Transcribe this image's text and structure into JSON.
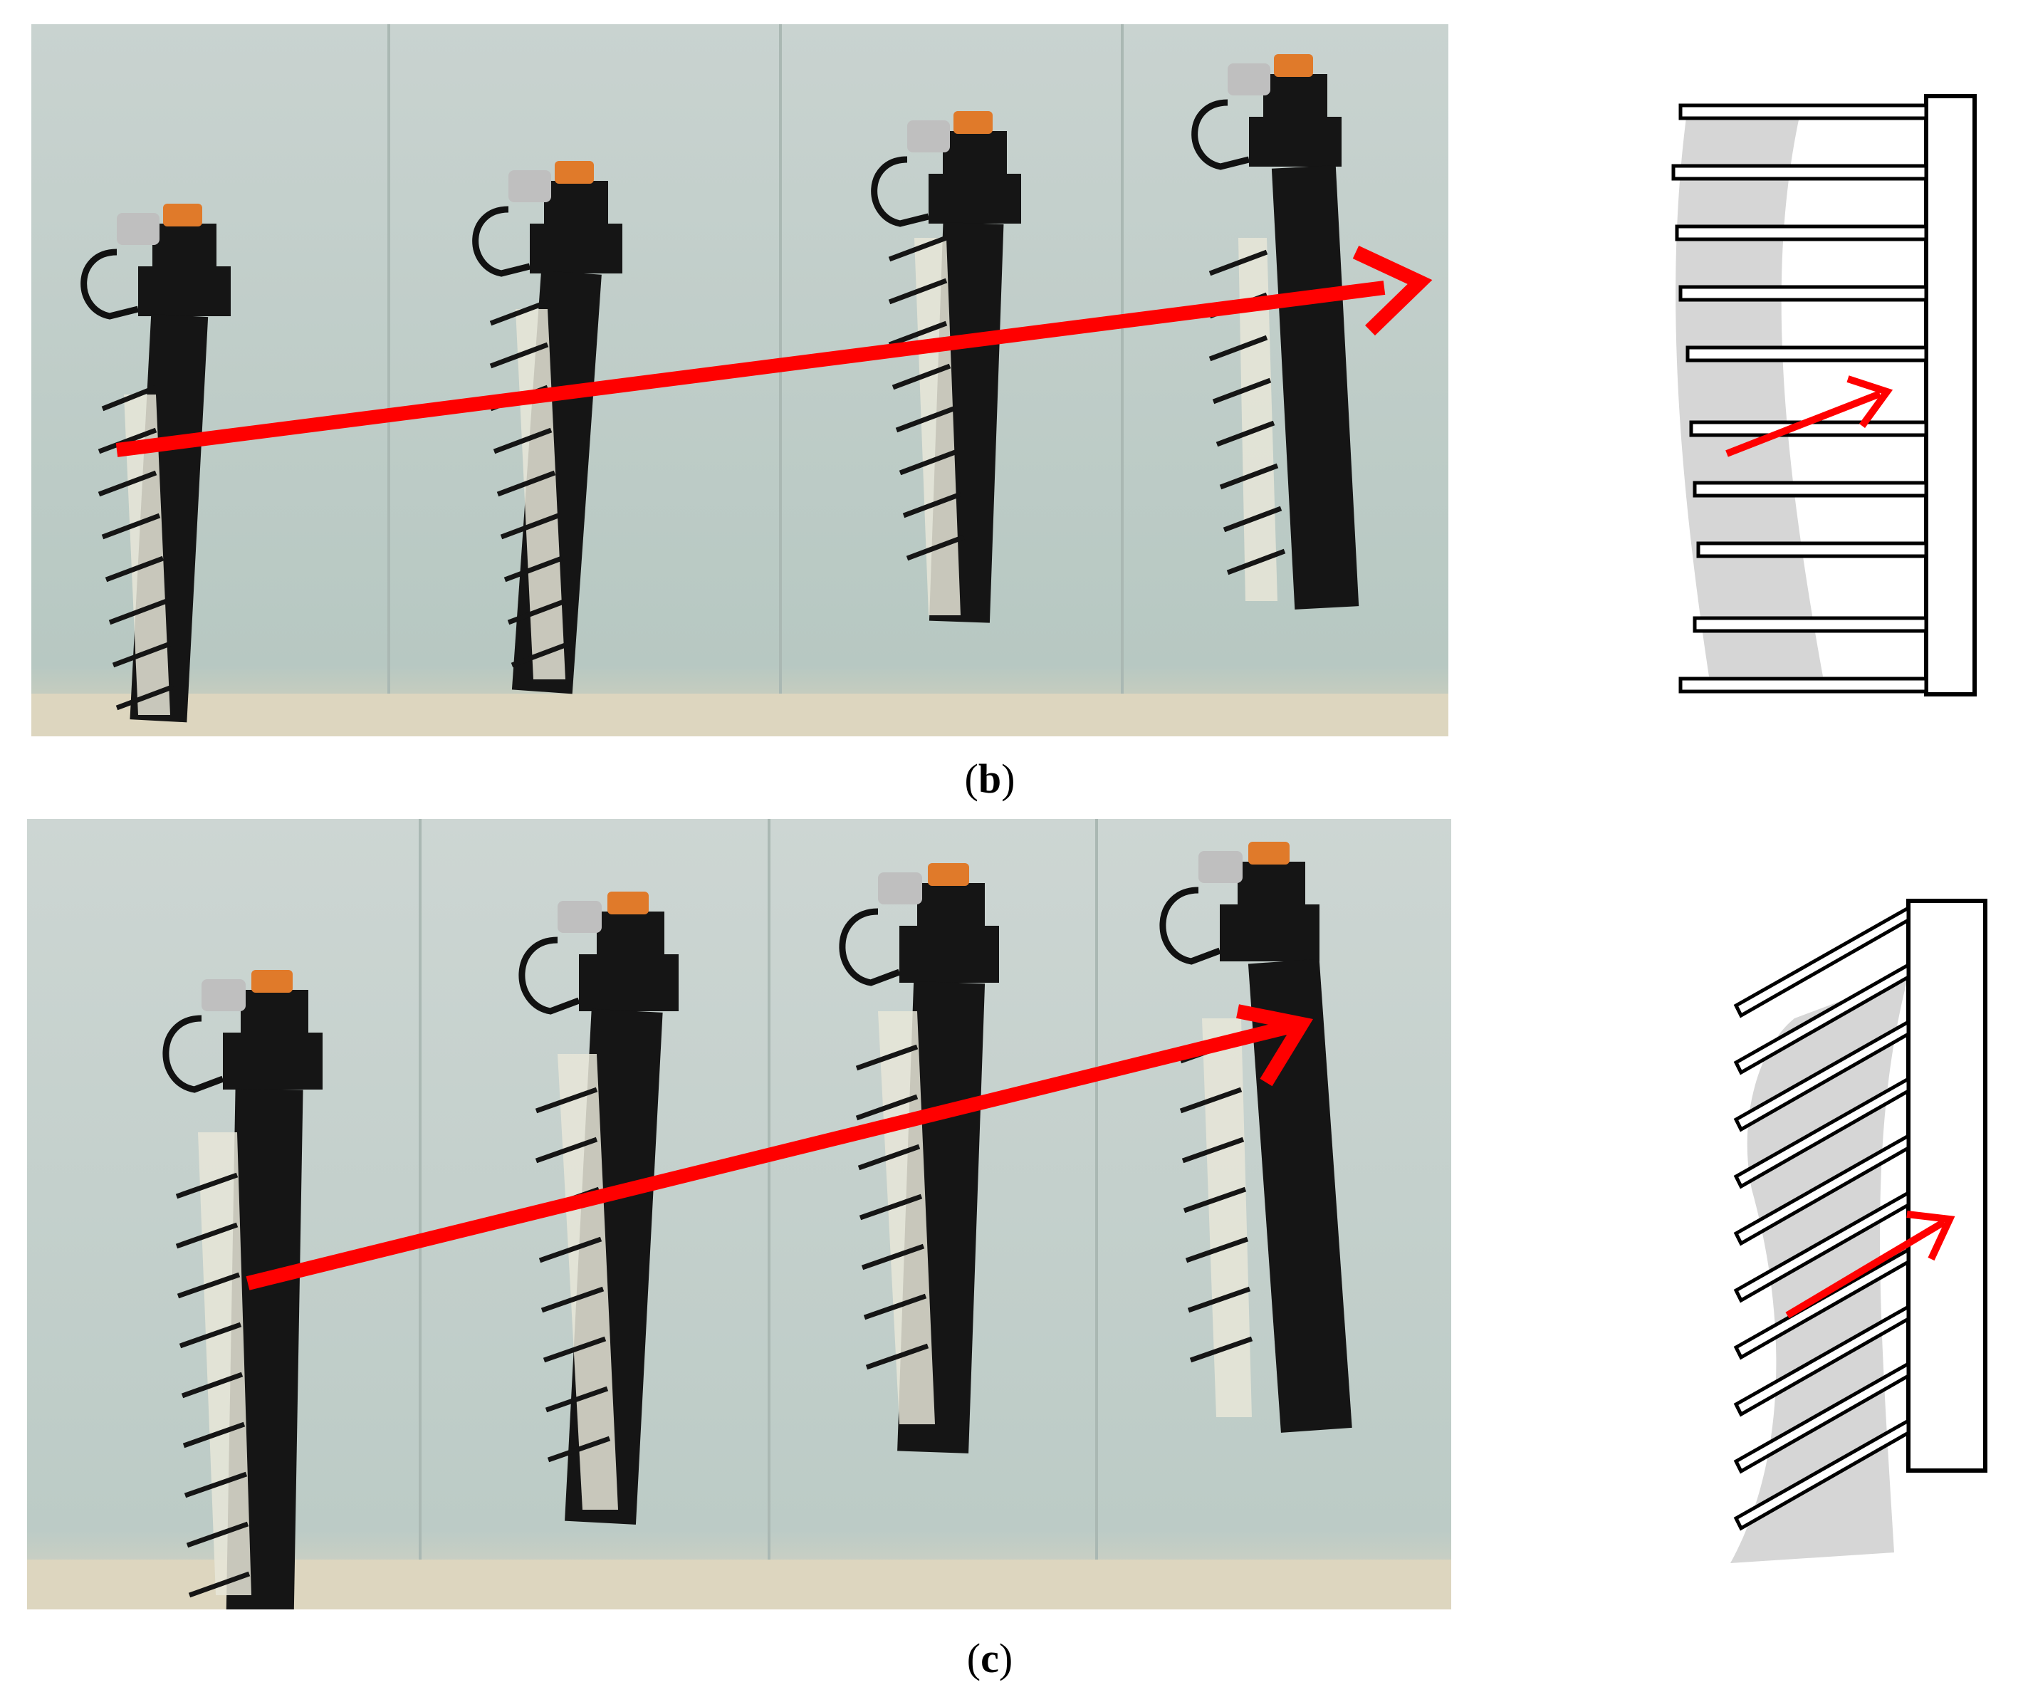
{
  "panels": [
    {
      "label": "b",
      "frames": 4,
      "caption_left": "(",
      "caption_right": ")",
      "arrow_color": "#ff0000",
      "schematic": "straight-comb"
    },
    {
      "label": "c",
      "frames": 4,
      "caption_left": "(",
      "caption_right": ")",
      "arrow_color": "#ff0000",
      "schematic": "slanted-comb"
    }
  ],
  "colors": {
    "water": "#b9c9c3",
    "robot": "#151515",
    "fin": "#e8e6d8",
    "battery": "#e07a2a",
    "arrow": "#ff0000",
    "outline": "#000000",
    "deform": "#d6d6d6"
  }
}
